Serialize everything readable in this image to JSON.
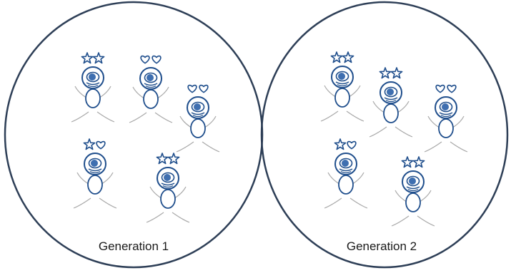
{
  "colors": {
    "outline": "#2e3f57",
    "figure_stroke": "#1f4e8c",
    "eye_fill": "#3f6fb0",
    "symbol_stroke": "#1f4e8c",
    "limb_stroke": "#a9a9a9"
  },
  "populations": [
    {
      "label": "Generation 1",
      "members": [
        {
          "traits": [
            "star",
            "star"
          ]
        },
        {
          "traits": [
            "heart",
            "heart"
          ]
        },
        {
          "traits": [
            "heart",
            "heart"
          ]
        },
        {
          "traits": [
            "star",
            "heart"
          ]
        },
        {
          "traits": [
            "star",
            "star"
          ]
        }
      ]
    },
    {
      "label": "Generation 2",
      "members": [
        {
          "traits": [
            "star",
            "star"
          ]
        },
        {
          "traits": [
            "star",
            "star"
          ]
        },
        {
          "traits": [
            "heart",
            "heart"
          ]
        },
        {
          "traits": [
            "star",
            "heart"
          ]
        },
        {
          "traits": [
            "star",
            "star"
          ]
        }
      ]
    }
  ]
}
